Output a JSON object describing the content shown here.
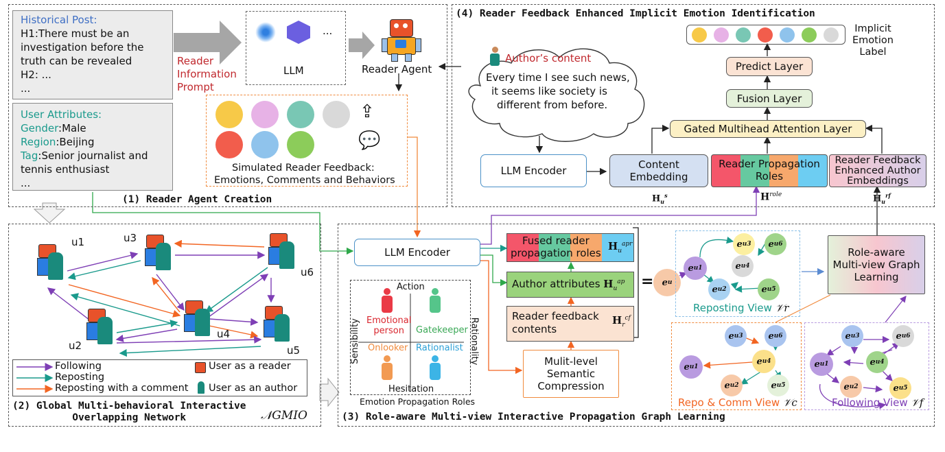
{
  "panel1": {
    "title": "(1) Reader Agent Creation",
    "historical_post": {
      "heading": "Historical Post:",
      "line1": "H1:There must be an",
      "line2": "investigation before the",
      "line3": "truth can be revealed",
      "line4": "H2: ...",
      "line5": "..."
    },
    "user_attributes": {
      "heading": "User Attributes:",
      "gender_key": "Gender",
      "gender_val": ":Male",
      "region_key": "Region",
      "region_val": ":Beijing",
      "tag_key": "Tag",
      "tag_val": ":Senior journalist and",
      "tag_cont": "tennis enthusiast",
      "more": "..."
    },
    "prompt_line1": "Reader",
    "prompt_line2": "Information",
    "prompt_line3": "Prompt",
    "llm_label": "LLM",
    "llm_dots": "...",
    "reader_agent": "Reader Agent",
    "feedback_line1": "Simulated Reader Feedback:",
    "feedback_line2": "Emotions, Comments and Behaviors"
  },
  "panel2": {
    "title_line1": "(2) Global Multi-behavioral Interactive",
    "title_line2": "Overlapping Network",
    "symbol": "𝒩GMIO",
    "users": [
      "u1",
      "u2",
      "u3",
      "u4",
      "u5",
      "u6"
    ],
    "legend": {
      "following": "Following",
      "reposting": "Reposting",
      "reposting_comment": "Reposting with a comment",
      "reader": "User as a reader",
      "author": "User as an author"
    }
  },
  "panel3": {
    "title": "(3) Role-aware Multi-view Interactive Propagation Graph Learning",
    "llm_encoder": "LLM Encoder",
    "fused_line1": "Fused reader",
    "fused_line2": "propagation roles",
    "fused_sym": "H",
    "fused_sub": "u",
    "fused_sup": "apr",
    "author_attr": "Author attributes",
    "author_sym": "H",
    "author_sub": "u",
    "author_sup": "ap",
    "feedback_line1": "Reader feedback",
    "feedback_line2": "contents",
    "feedback_sym": "H",
    "feedback_sub": "r",
    "feedback_sup": "cf",
    "equals": "=",
    "compression_line1": "Mulit-level",
    "compression_line2": "Semantic",
    "compression_line3": "Compression",
    "roles": {
      "action": "Action",
      "hesitation": "Hesitation",
      "sensibility": "Sensibility",
      "rationality": "Rationality",
      "emotional1": "Emotional",
      "emotional2": "person",
      "gatekeeper": "Gatekeeper",
      "onlooker": "Onlooker",
      "rationalist": "Rationalist",
      "caption": "Emotion Propagation Roles"
    },
    "views": {
      "reposting": "Reposting View",
      "reposting_sym": "𝒱r",
      "repocomm": "Repo & Comm View",
      "repocomm_sym": "𝒱c",
      "following": "Following View",
      "following_sym": "𝒱f"
    },
    "multiview_line1": "Role-aware",
    "multiview_line2": "Multi-view Graph",
    "multiview_line3": "Learning"
  },
  "panel4": {
    "title": "(4) Reader Feedback Enhanced Implicit Emotion Identification",
    "author_content_title": "Author’s content",
    "content_line1": "Every time I see such news,",
    "content_line2": "it seems like society is",
    "content_line3": "different from before.",
    "llm_encoder": "LLM  Encoder",
    "content_emb_line1": "Content",
    "content_emb_line2": "Embedding",
    "roles_line1": "Reader Propagation",
    "roles_line2": "Roles",
    "enhanced_line1": "Reader Feedback",
    "enhanced_line2": "Enhanced Author",
    "enhanced_line3": "Embeddings",
    "gated": "Gated Multihead Attention Layer",
    "fusion": "Fusion Layer",
    "predict": "Predict Layer",
    "label_line1": "Implicit",
    "label_line2": "Emotion",
    "label_line3": "Label",
    "h_s": "H",
    "h_s_sub": "u",
    "h_s_sup": "s",
    "h_role": "H",
    "h_role_sup": "role",
    "h_rf": "H",
    "h_rf_sub": "u",
    "h_rf_sup": "rf"
  },
  "colors": {
    "purple_edge": "#7e3fb5",
    "teal_edge": "#1a9a8c",
    "orange_edge": "#f26522",
    "content_blue": "#d4e0f2",
    "fusion_green": "#e4f1da",
    "predict_peach": "#fbe3d4",
    "gated_yellow": "#fcf0c5",
    "author_green": "#9ad37c",
    "feedback_peach": "#fbe3d2",
    "roles_red": "#f4566a",
    "roles_green": "#66c9a0",
    "roles_orange": "#f7a86c",
    "roles_blue": "#6dcdf2"
  }
}
